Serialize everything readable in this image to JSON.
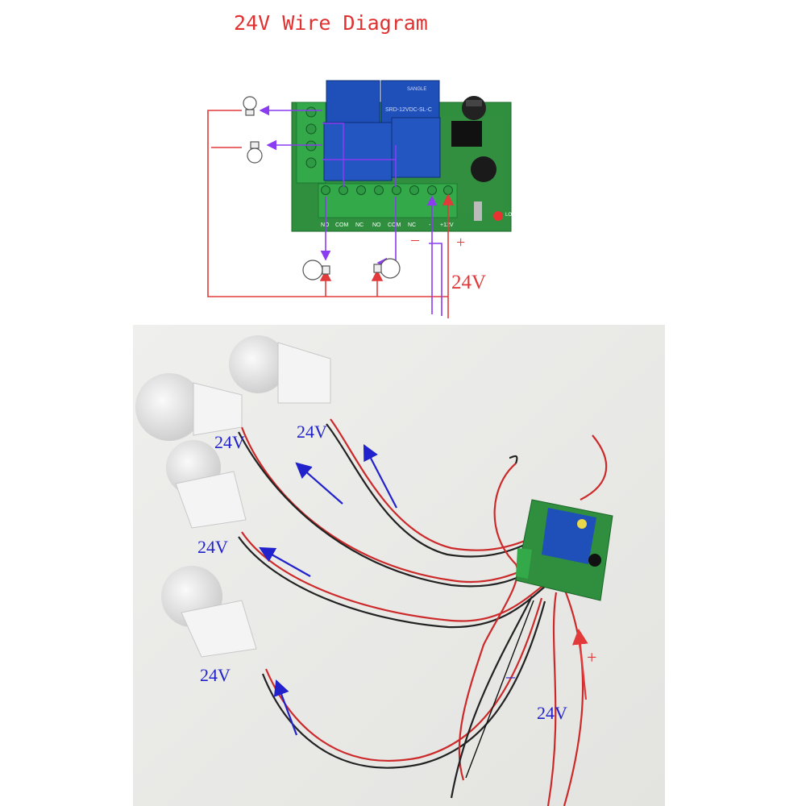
{
  "title": "24V Wire Diagram",
  "diagram": {
    "terminal_labels": [
      "NO",
      "COM",
      "NC",
      "NO",
      "COM",
      "NC",
      "-",
      "+12V"
    ],
    "minus_label": "–",
    "plus_label": "+",
    "supply_label": "24V",
    "relay_text": "SRD-12VDC-SL-C",
    "relay_brand": "SANGLE",
    "led_label": "LOK"
  },
  "photo": {
    "bulb_labels": [
      "24V",
      "24V",
      "24V",
      "24V"
    ],
    "minus_label": "–",
    "plus_label": "+",
    "supply_label": "24V"
  },
  "colors": {
    "title": "#e03030",
    "wire_red": "#e23a3a",
    "arrow_purple": "#8a3cf0",
    "arrow_blue": "#2222cc",
    "pcb_green": "#2f8f3e",
    "relay_blue": "#1f4fb8"
  }
}
